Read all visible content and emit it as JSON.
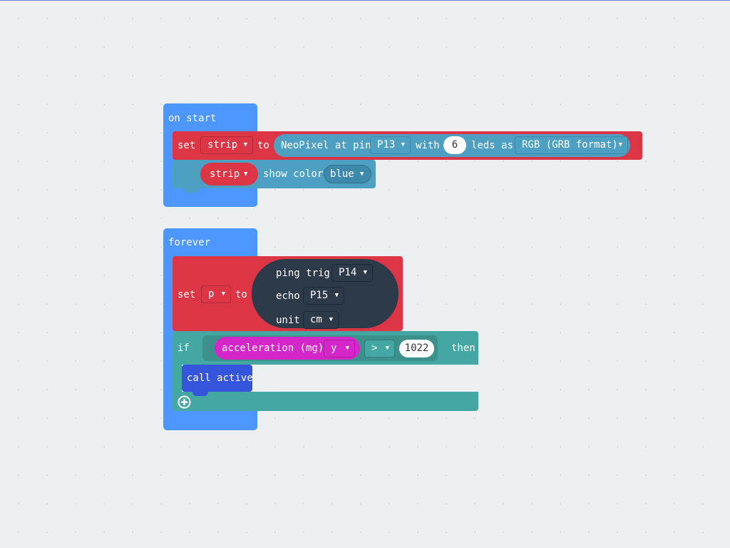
{
  "on_start": {
    "hat_label": "on start",
    "set_block": {
      "set_label": "set",
      "variable": "strip",
      "to_label": "to",
      "neopixel": {
        "prefix": "NeoPixel at pin",
        "pin": "P13",
        "with_label": "with",
        "led_count": "6",
        "leds_as_label": "leds as",
        "mode": "RGB (GRB format)"
      }
    },
    "show_color": {
      "variable": "strip",
      "label": "show color",
      "color": "blue"
    }
  },
  "forever": {
    "hat_label": "forever",
    "set_block": {
      "set_label": "set",
      "variable": "p",
      "to_label": "to",
      "ping": {
        "trig_label": "ping trig",
        "trig_pin": "P14",
        "echo_label": "echo",
        "echo_pin": "P15",
        "unit_label": "unit",
        "unit": "cm"
      }
    },
    "if_block": {
      "if_label": "if",
      "sensor": "acceleration (mg)",
      "axis": "y",
      "operator": ">",
      "threshold": "1022",
      "then_label": "then",
      "call_label": "call active"
    }
  },
  "colors": {
    "event_blue": "#4c97ff",
    "variables_red": "#dc3545",
    "neopixel_blue": "#4ea0c3",
    "sonar_dark": "#2d3a4a",
    "logic_teal": "#45a7a3",
    "input_magenta": "#d526c9",
    "function_indigo": "#3455db"
  }
}
